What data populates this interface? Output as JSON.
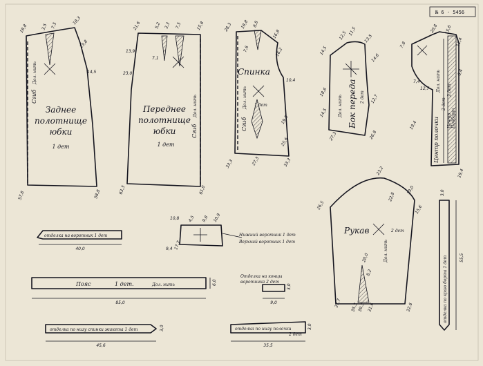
{
  "sheet_code": "№ 6 - 5456",
  "skirt_back": {
    "title_lines": [
      "Заднее",
      "полотнище",
      "юбки"
    ],
    "count": "1 дет",
    "seam": "Сгиб",
    "grain": "Дол. нить",
    "measurements": [
      "18,8",
      "3,5",
      "7,5",
      "18,3",
      "13,8",
      "14,5",
      "57,8",
      "58,8"
    ]
  },
  "skirt_front": {
    "title_lines": [
      "Переднее",
      "полотнище",
      "юбки"
    ],
    "count": "1 дет",
    "seam": "Сгиб",
    "grain": "Дол. нить",
    "measurements": [
      "21,6",
      "5,2",
      "3,3",
      "7,5",
      "15,8",
      "13,9",
      "23,0",
      "7,1",
      "63,3",
      "61,0"
    ]
  },
  "back": {
    "title": "Спинка",
    "count": "1 дет",
    "seam": "Сгиб",
    "grain": "Дол. нить",
    "measurements": [
      "28,3",
      "18,8",
      "8,8",
      "16,8",
      "7,6",
      "16,2",
      "10,4",
      "19,5",
      "25,6",
      "27,3",
      "33,3",
      "33,3"
    ]
  },
  "side_front": {
    "title": "Бок переда",
    "count": "2 дет",
    "grain": "Дол. нить",
    "measurements": [
      "14,5",
      "12,5",
      "11,5",
      "13,5",
      "14,6",
      "18,6",
      "14,5",
      "27,3",
      "12,7",
      "26,8"
    ]
  },
  "front_center": {
    "title_lines": [
      "Центр полочки",
      "2 дет"
    ],
    "grain": "Дол. нить",
    "lapel_labels": [
      "Центр",
      "Подборт",
      "2 дет"
    ],
    "measurements": [
      "20,8",
      "15,6",
      "7,8",
      "11,4",
      "7,4",
      "12,7",
      "19,4",
      "6,4",
      "19,4"
    ]
  },
  "sleeve": {
    "title": "Рукав",
    "count": "2 дет",
    "grain": "Дол. нить",
    "measurements": [
      "26,5",
      "23,2",
      "22,8",
      "19,0",
      "15,6",
      "20,0",
      "8,2",
      "37,7",
      "35,3",
      "39,3",
      "31,6",
      "32,6"
    ]
  },
  "collar": {
    "count_top": "Нижний воротник 1 дет",
    "count_bottom": "Верхний воротник 1 дет",
    "measurements": [
      "10,8",
      "4,5",
      "9,8",
      "10,9",
      "9,4",
      "17,7"
    ]
  },
  "strips": {
    "collar_trim": {
      "label": "отделка на воротник   1 дет",
      "length": "40,0"
    },
    "belt": {
      "label": "Пояс",
      "count": "1 дет.",
      "grain": "Дол. нить",
      "length": "85,0",
      "width": "6,0"
    },
    "collar_ends_trim": {
      "label_lines": [
        "Отделка на концы",
        "воротника      2 дет"
      ],
      "length": "9,0",
      "width": "3,0"
    },
    "back_hem_trim": {
      "label": "отделка по низу спинки жакета  1 дет",
      "length": "45,6",
      "width": "3,0"
    },
    "shelf_hem_trim": {
      "label": "отделка по низу полочки",
      "count": "2 дет",
      "length": "35,5",
      "width": "3,0"
    },
    "lapel_trim": {
      "label": "отделка по краю борта   1 дет",
      "length": "55,5",
      "width": "3,0"
    }
  },
  "colors": {
    "paper": "#ece6d6",
    "ink": "#15151f"
  }
}
